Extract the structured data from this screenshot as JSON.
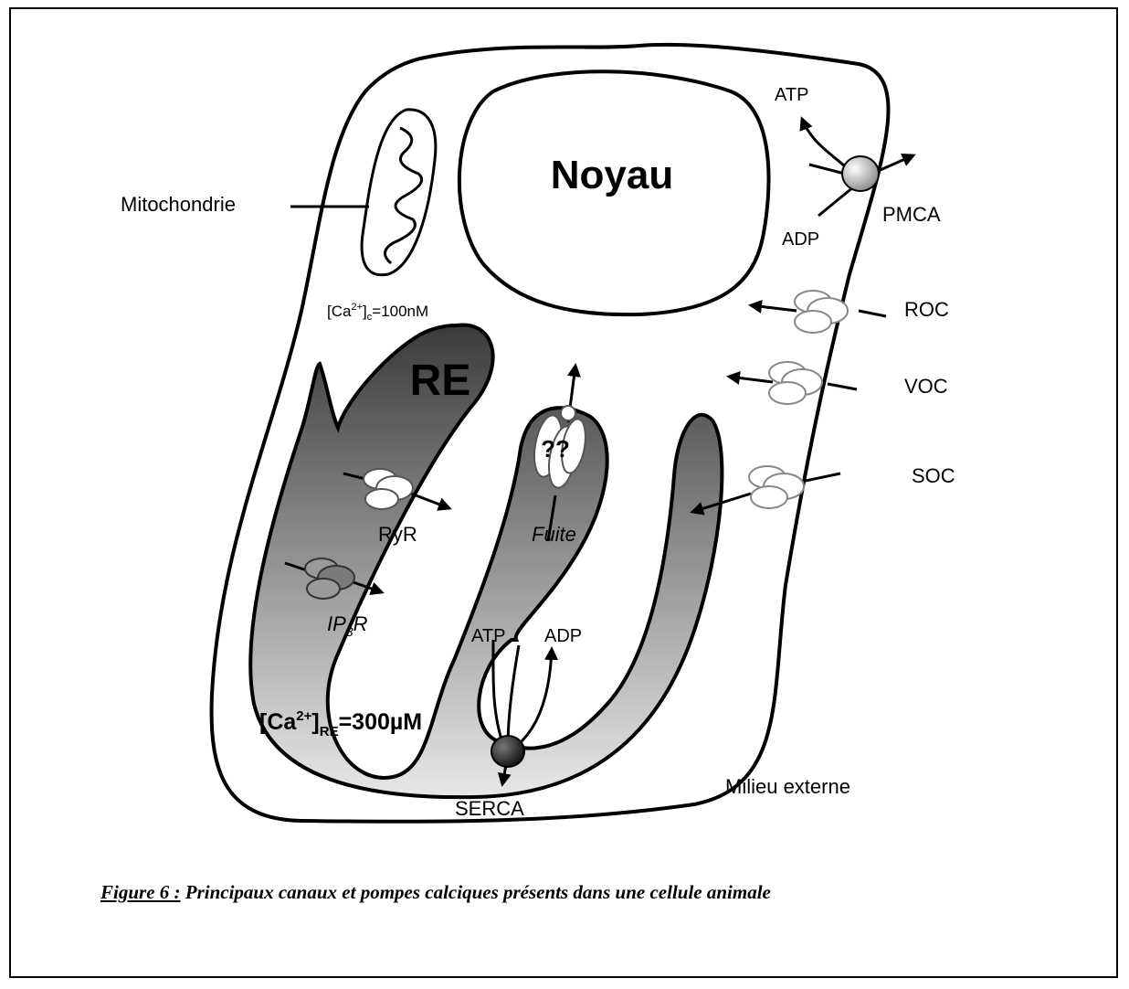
{
  "labels": {
    "nucleus": "Noyau",
    "mitochondria": "Mitochondrie",
    "er": "RE",
    "ca_cyto_prefix": "[Ca",
    "ca_cyto_sup": "2+",
    "ca_cyto_mid": "]",
    "ca_cyto_sub": "c",
    "ca_cyto_value": "=100nM",
    "ca_er_prefix": "[Ca",
    "ca_er_sup": "2+",
    "ca_er_mid": "]",
    "ca_er_sub": "RE",
    "ca_er_value": "=300µM",
    "pmca": "PMCA",
    "pmca_atp": "ATP",
    "pmca_adp": "ADP",
    "roc": "ROC",
    "voc": "VOC",
    "soc": "SOC",
    "ryr": "RyR",
    "ip3r_prefix": "IP",
    "ip3r_sub": "3",
    "ip3r_suffix": "R",
    "leak": "Fuite",
    "leak_unknown": "??",
    "serca": "SERCA",
    "serca_atp": "ATP",
    "serca_adp": "ADP",
    "external": "Milieu externe"
  },
  "caption": {
    "figure": "Figure 6 :",
    "text": " Principaux canaux et pompes calciques présents dans une cellule animale"
  }
}
